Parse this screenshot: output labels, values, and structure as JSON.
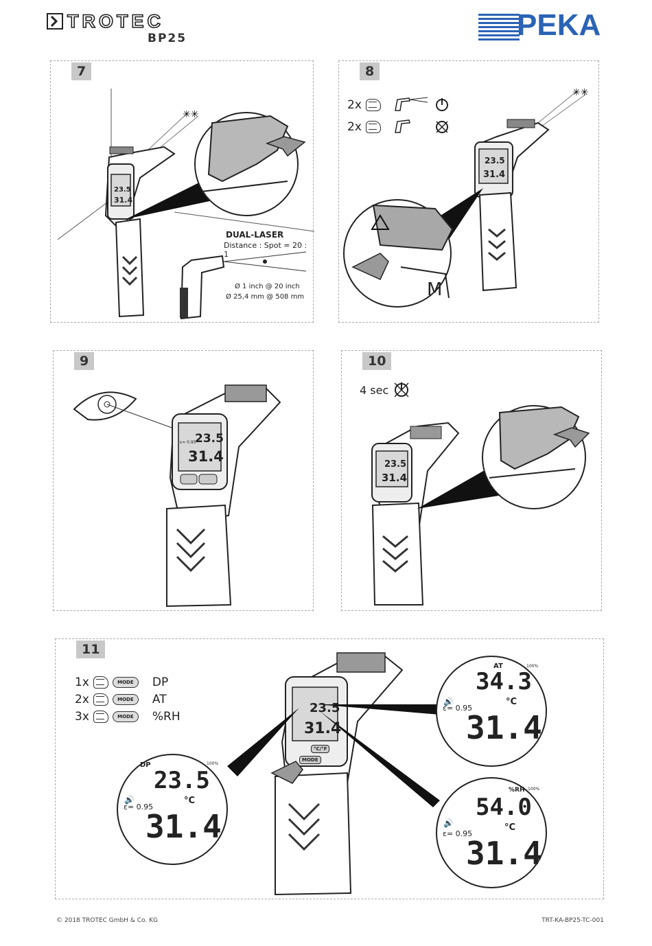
{
  "header": {
    "brand": "TROTEC",
    "model": "BP25",
    "partner": "PEKA"
  },
  "panels": {
    "p7": {
      "number": "7",
      "title": "DUAL-LASER",
      "ratio": "Distance : Spot = 20 : 1",
      "spec1": "Ø 1 inch @ 20 inch",
      "spec2": "Ø 25,4 mm @ 508 mm",
      "lcd_top": "23.5",
      "lcd_bottom": "31.4"
    },
    "p8": {
      "number": "8",
      "row1_count": "2x",
      "row2_count": "2x",
      "lcd_top": "23.5",
      "lcd_bottom": "31.4",
      "zoom_text": "M"
    },
    "p9": {
      "number": "9",
      "lcd_top": "23.5",
      "lcd_bottom": "31.4",
      "emissivity": "ε= 0.95"
    },
    "p10": {
      "number": "10",
      "duration": "4 sec",
      "lcd_top": "23.5",
      "lcd_bottom": "31.4"
    },
    "p11": {
      "number": "11",
      "steps": [
        {
          "count": "1x",
          "button": "MODE",
          "result": "DP"
        },
        {
          "count": "2x",
          "button": "MODE",
          "result": "AT"
        },
        {
          "count": "3x",
          "button": "MODE",
          "result": "%RH"
        }
      ],
      "device_lcd_top": "23.5",
      "device_lcd_bottom": "31.4",
      "device_btn_mode": "MODE",
      "device_btn_cf": "°C/°F",
      "zoom_dp": {
        "label": "DP",
        "value": "23.5",
        "unit": "°C",
        "eps": "ε= 0.95",
        "main": "31.4",
        "battery": "100%"
      },
      "zoom_at": {
        "label": "AT",
        "value": "34.3",
        "unit": "°C",
        "eps": "ε= 0.95",
        "main": "31.4",
        "battery": "100%"
      },
      "zoom_rh": {
        "label": "%RH",
        "value": "54.0",
        "unit": "°C",
        "eps": "ε= 0.95",
        "main": "31.4",
        "battery": "100%"
      }
    }
  },
  "footer": {
    "copyright": "© 2018 TROTEC GmbH & Co. KG",
    "code": "TRT-KA-BP25-TC-001"
  }
}
